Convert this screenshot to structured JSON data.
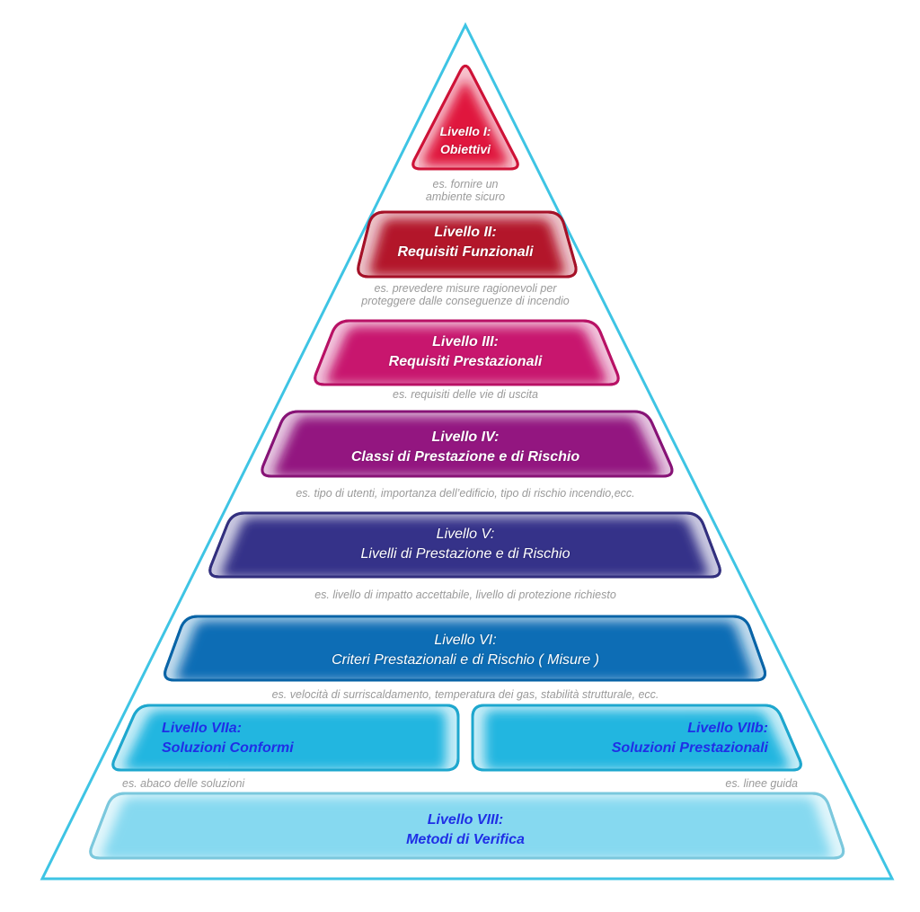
{
  "diagram": {
    "type": "pyramid",
    "outline_color": "#3ec4e4",
    "levels": [
      {
        "id": "I",
        "title": "Livello I:",
        "subtitle": "Obiettivi",
        "example": [
          "es. fornire un",
          "ambiente sicuro"
        ],
        "color": "#e0143c",
        "text_color": "#ffffff"
      },
      {
        "id": "II",
        "title": "Livello II:",
        "subtitle": "Requisiti Funzionali",
        "example": [
          "es. prevedere misure ragionevoli per",
          "proteggere dalle conseguenze  di incendio"
        ],
        "color": "#b3122b",
        "text_color": "#ffffff"
      },
      {
        "id": "III",
        "title": "Livello III:",
        "subtitle": "Requisiti Prestazionali",
        "example": [
          "es. requisiti delle vie di uscita"
        ],
        "color": "#c8136e",
        "text_color": "#ffffff"
      },
      {
        "id": "IV",
        "title": "Livello IV:",
        "subtitle": "Classi di Prestazione e di Rischio",
        "example": [
          "es. tipo di utenti, importanza dell’edificio, tipo di rischio incendio,ecc."
        ],
        "color": "#931580",
        "text_color": "#ffffff"
      },
      {
        "id": "V",
        "title": "Livello V:",
        "subtitle": "Livelli di Prestazione e di Rischio",
        "example": [
          "es. livello di impatto accettabile, livello di protezione richiesto"
        ],
        "color": "#363389",
        "text_color": "#ffffff"
      },
      {
        "id": "VI",
        "title": "Livello VI:",
        "subtitle": "Criteri Prestazionali e di Rischio ( Misure )",
        "example": [
          "es. velocità di surriscaldamento, temperatura dei gas, stabilità strutturale, ecc."
        ],
        "color": "#0a6db5",
        "text_color": "#ffffff"
      },
      {
        "id": "VIIa",
        "title": "Livello VIIa:",
        "subtitle": "Soluzioni Conformi",
        "example": [
          "es. abaco delle soluzioni"
        ],
        "color": "#21b6e0",
        "text_color": "#1f2fe6"
      },
      {
        "id": "VIIb",
        "title": "Livello VIIb:",
        "subtitle": "Soluzioni Prestazionali",
        "example": [
          "es. linee guida"
        ],
        "color": "#21b6e0",
        "text_color": "#1f2fe6"
      },
      {
        "id": "VIII",
        "title": "Livello VIII:",
        "subtitle": "Metodi di Verifica",
        "example": [],
        "color": "#86d9f0",
        "text_color": "#1f2fe6"
      }
    ]
  }
}
